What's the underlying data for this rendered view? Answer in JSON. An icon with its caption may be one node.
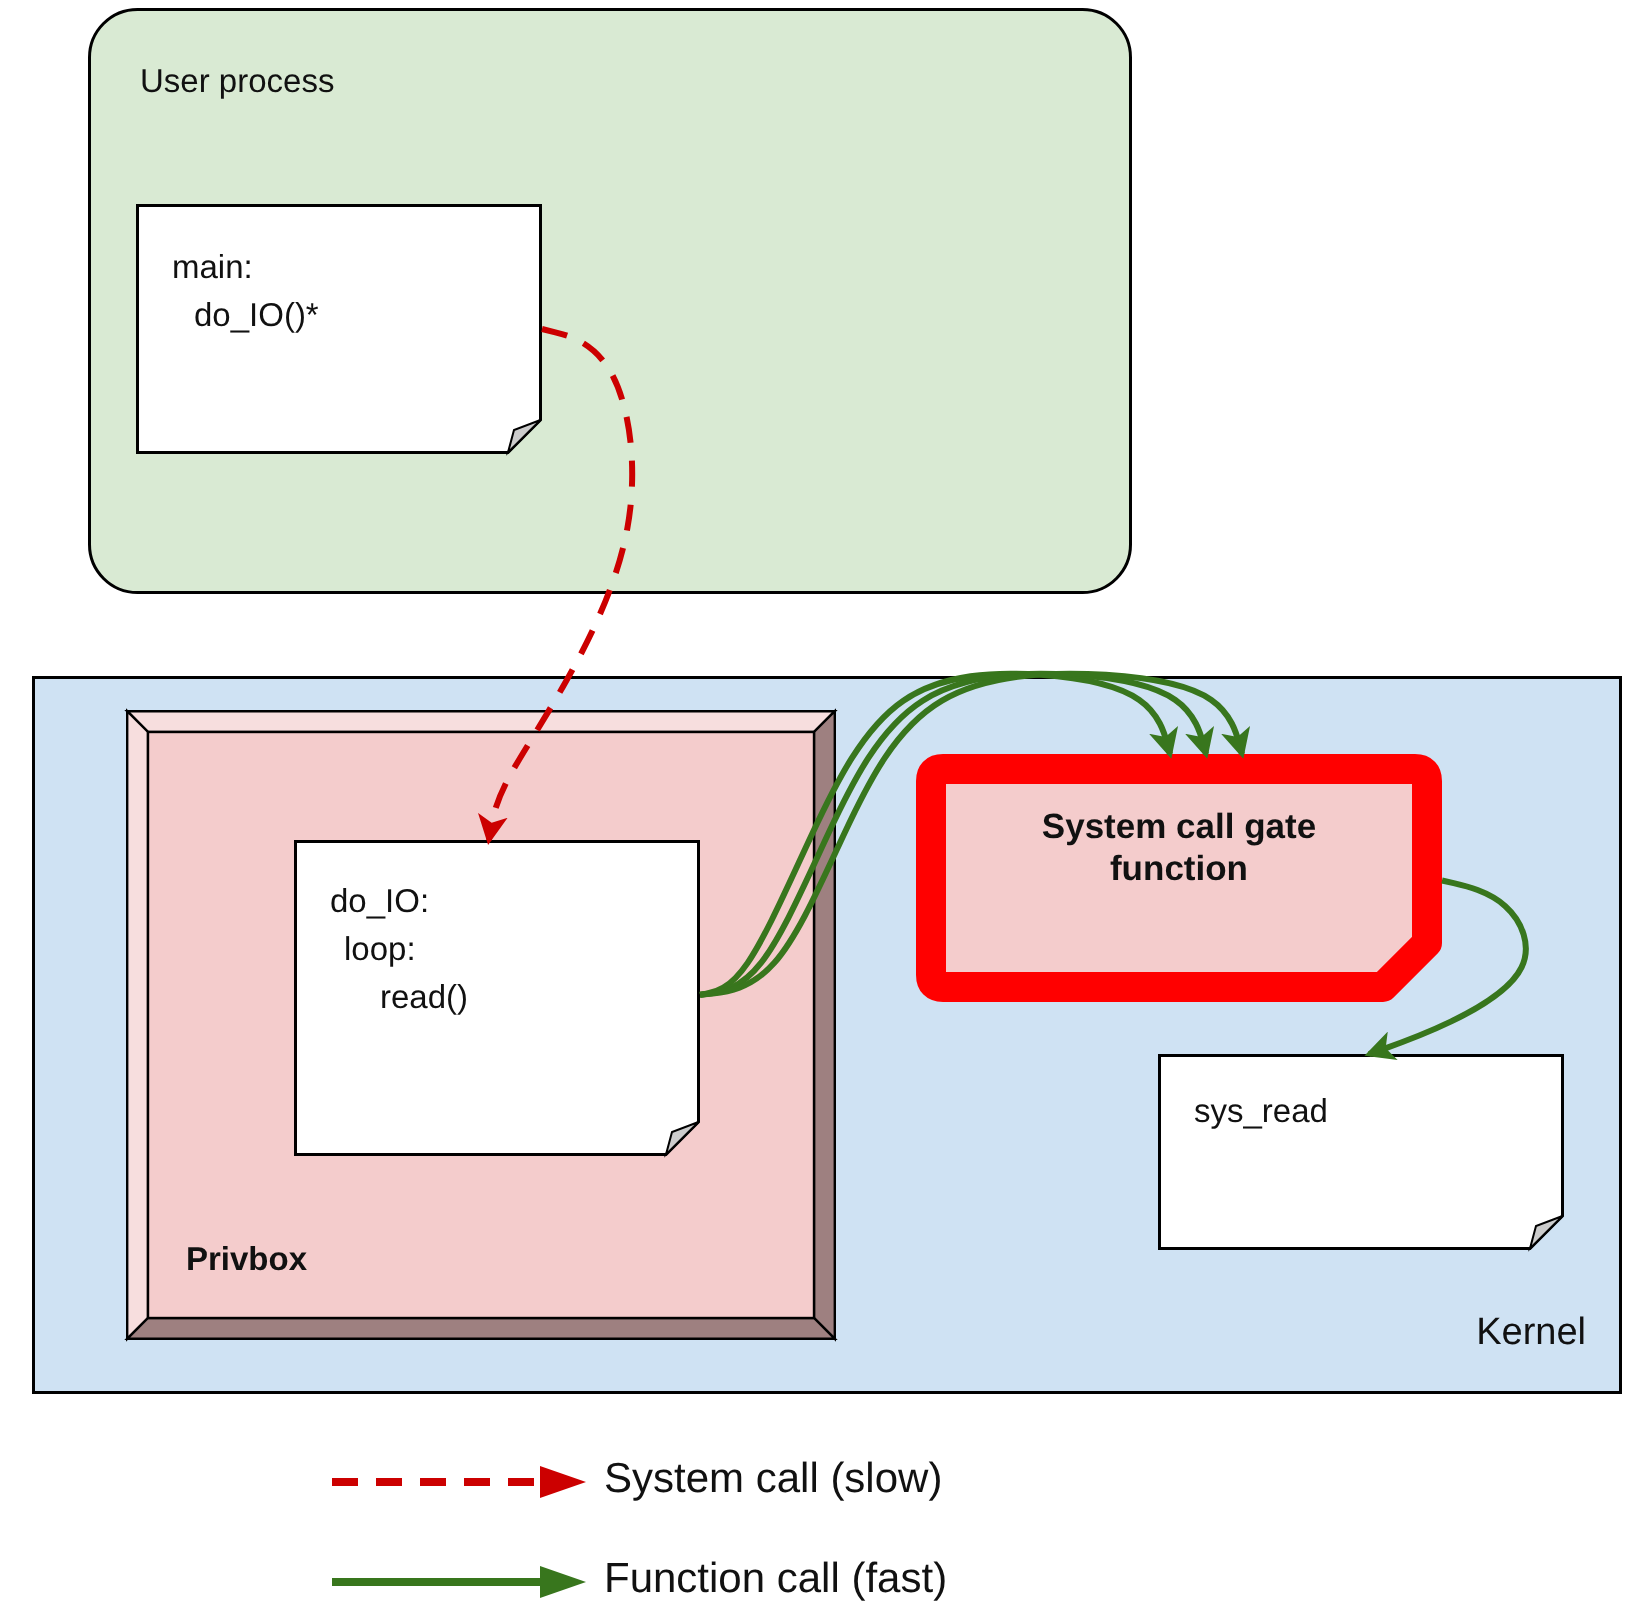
{
  "diagram": {
    "nodes": [
      {
        "text": [
          "User process"
        ]
      },
      {
        "text": [
          "main:",
          "do_IO()*"
        ],
        "in": 0
      },
      {
        "text": [
          "Kernel"
        ]
      },
      {
        "text": [
          "Privbox"
        ],
        "in": 2
      },
      {
        "text": [
          "do_IO:",
          "loop:",
          "read()"
        ],
        "in": 3
      },
      {
        "text": [
          "System call gate function"
        ],
        "in": 2
      },
      {
        "text": [
          "sys_read"
        ],
        "in": 2
      }
    ],
    "edges": [
      {
        "from": 1,
        "to": 4,
        "arrow": "to",
        "style": "dashed",
        "color": "#cc0000"
      },
      {
        "from": 4,
        "to": 5,
        "arrow": "to"
      },
      {
        "from": 4,
        "to": 5,
        "arrow": "to"
      },
      {
        "from": 4,
        "to": 5,
        "arrow": "to"
      },
      {
        "from": 5,
        "to": 6,
        "arrow": "to"
      }
    ],
    "legend": [
      {
        "text": "System call (slow)"
      },
      {
        "text": "Function call (fast)"
      }
    ]
  }
}
